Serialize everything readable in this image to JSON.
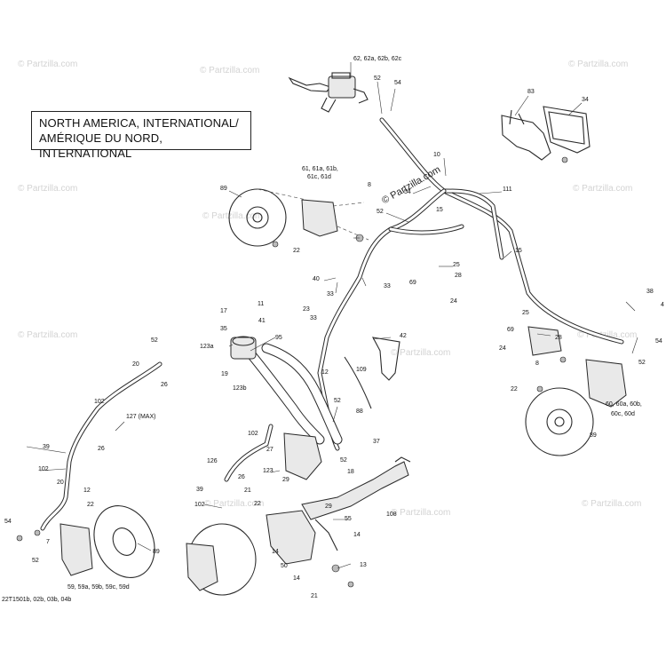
{
  "region_label": {
    "line1": "NORTH AMERICA, INTERNATIONAL/",
    "line2": "AMÉRIQUE DU NORD, INTERNATIONAL"
  },
  "reference_code": "22T1501b, 02b, 03b, 04b",
  "watermark": "© Partzilla.com",
  "center_watermark": "© Partzilla.com",
  "callouts": [
    {
      "id": "c62",
      "label": "62, 62a, 62b, 62c"
    },
    {
      "id": "c52a",
      "label": "52"
    },
    {
      "id": "c54a",
      "label": "54"
    },
    {
      "id": "c83",
      "label": "83"
    },
    {
      "id": "c34",
      "label": "34"
    },
    {
      "id": "c10",
      "label": "10"
    },
    {
      "id": "c61",
      "label": "61, 61a, 61b,"
    },
    {
      "id": "c61b",
      "label": "61c, 61d"
    },
    {
      "id": "c89a",
      "label": "89"
    },
    {
      "id": "c8a",
      "label": "8"
    },
    {
      "id": "c54b",
      "label": "54"
    },
    {
      "id": "c111",
      "label": "111"
    },
    {
      "id": "c52b",
      "label": "52"
    },
    {
      "id": "c15a",
      "label": "15"
    },
    {
      "id": "c22a",
      "label": "22"
    },
    {
      "id": "c15b",
      "label": "15"
    },
    {
      "id": "c25a",
      "label": "25"
    },
    {
      "id": "c28a",
      "label": "28"
    },
    {
      "id": "c69a",
      "label": "69"
    },
    {
      "id": "c24a",
      "label": "24"
    },
    {
      "id": "c40",
      "label": "40"
    },
    {
      "id": "c33a",
      "label": "33"
    },
    {
      "id": "c33b",
      "label": "33"
    },
    {
      "id": "c11",
      "label": "11"
    },
    {
      "id": "c17",
      "label": "17"
    },
    {
      "id": "c41",
      "label": "41"
    },
    {
      "id": "c35",
      "label": "35"
    },
    {
      "id": "c23",
      "label": "23"
    },
    {
      "id": "c33c",
      "label": "33"
    },
    {
      "id": "c42",
      "label": "42"
    },
    {
      "id": "c38",
      "label": "38"
    },
    {
      "id": "c4x",
      "label": "4"
    },
    {
      "id": "c25b",
      "label": "25"
    },
    {
      "id": "c69b",
      "label": "69"
    },
    {
      "id": "c28b",
      "label": "28"
    },
    {
      "id": "c54c",
      "label": "54"
    },
    {
      "id": "c24b",
      "label": "24"
    },
    {
      "id": "c8b",
      "label": "8"
    },
    {
      "id": "c52c",
      "label": "52"
    },
    {
      "id": "c123a",
      "label": "123a"
    },
    {
      "id": "c95",
      "label": "95"
    },
    {
      "id": "c52d",
      "label": "52"
    },
    {
      "id": "c19",
      "label": "19"
    },
    {
      "id": "c12a",
      "label": "12"
    },
    {
      "id": "c109",
      "label": "109"
    },
    {
      "id": "c123b",
      "label": "123b"
    },
    {
      "id": "c20a",
      "label": "20"
    },
    {
      "id": "c26a",
      "label": "26"
    },
    {
      "id": "c22b",
      "label": "22"
    },
    {
      "id": "c60",
      "label": "60, 60a, 60b,"
    },
    {
      "id": "c60b",
      "label": "60c, 60d"
    },
    {
      "id": "c52e",
      "label": "52"
    },
    {
      "id": "c88",
      "label": "88"
    },
    {
      "id": "c102a",
      "label": "102"
    },
    {
      "id": "c127",
      "label": "127 (MAX)"
    },
    {
      "id": "c89b",
      "label": "89"
    },
    {
      "id": "c37",
      "label": "37"
    },
    {
      "id": "c102b",
      "label": "102"
    },
    {
      "id": "c26b",
      "label": "26"
    },
    {
      "id": "c27",
      "label": "27"
    },
    {
      "id": "c52f",
      "label": "52"
    },
    {
      "id": "c39a",
      "label": "39"
    },
    {
      "id": "c123",
      "label": "123"
    },
    {
      "id": "c18",
      "label": "18"
    },
    {
      "id": "c102c",
      "label": "102"
    },
    {
      "id": "c126",
      "label": "126"
    },
    {
      "id": "c26c",
      "label": "26"
    },
    {
      "id": "c29a",
      "label": "29"
    },
    {
      "id": "c20b",
      "label": "20"
    },
    {
      "id": "c39b",
      "label": "39"
    },
    {
      "id": "c12b",
      "label": "12"
    },
    {
      "id": "c21a",
      "label": "21"
    },
    {
      "id": "c22c",
      "label": "22"
    },
    {
      "id": "c102d",
      "label": "102"
    },
    {
      "id": "c22d",
      "label": "22"
    },
    {
      "id": "c29b",
      "label": "29"
    },
    {
      "id": "c108",
      "label": "108"
    },
    {
      "id": "c55",
      "label": "55"
    },
    {
      "id": "c54d",
      "label": "54"
    },
    {
      "id": "c14a",
      "label": "14"
    },
    {
      "id": "c7",
      "label": "7"
    },
    {
      "id": "c52g",
      "label": "52"
    },
    {
      "id": "c89c",
      "label": "89"
    },
    {
      "id": "c14b",
      "label": "14"
    },
    {
      "id": "c50",
      "label": "50"
    },
    {
      "id": "c13",
      "label": "13"
    },
    {
      "id": "c14c",
      "label": "14"
    },
    {
      "id": "c59",
      "label": "59, 59a, 59b, 59c, 59d"
    },
    {
      "id": "c21b",
      "label": "21"
    }
  ]
}
